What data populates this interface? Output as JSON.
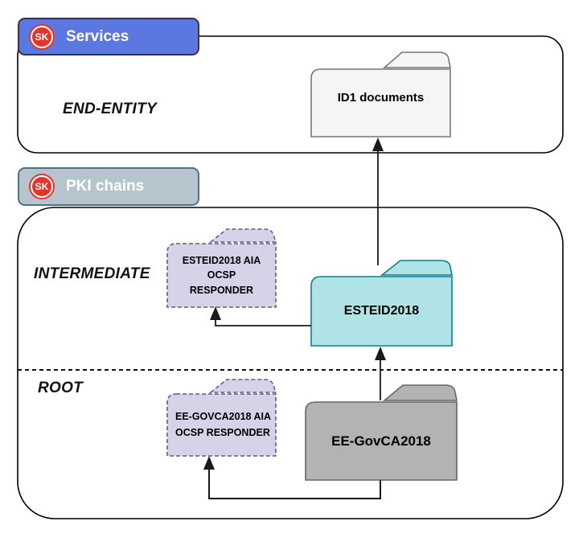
{
  "tags": {
    "sk_logo": "SK",
    "services": "Services",
    "pki_chains": "PKI chains"
  },
  "tiers": {
    "end_entity": "END-ENTITY",
    "intermediate": "INTERMEDIATE",
    "root": "ROOT"
  },
  "folders": {
    "id1_documents": {
      "label": "ID1 documents"
    },
    "esteid2018": {
      "label": "ESTEID2018"
    },
    "ee_govca2018": {
      "label": "EE-GovCA2018"
    },
    "esteid2018_aia_ocsp": {
      "line1": "ESTEID2018 AIA",
      "line2": "OCSP",
      "line3": "RESPONDER"
    },
    "ee_govca2018_aia_ocsp": {
      "line1": "EE-GOVCA2018 AIA",
      "line2": "OCSP RESPONDER"
    }
  },
  "colors": {
    "services_tag_fill": "#5b77e0",
    "services_tag_border": "#4a2d3c",
    "pki_tag_fill": "#b6c4cd",
    "pki_tag_border": "#52707f",
    "sk_red": "#e5342b",
    "teal_fill": "#b0e3e6",
    "teal_stroke": "#0e8088",
    "gray_fill": "#b3b3b3",
    "gray_stroke": "#666666",
    "light_fill": "#f5f5f5",
    "light_stroke": "#777777",
    "lavender_fill": "#d6d3e8",
    "lavender_stroke": "#5f5c8a",
    "line_color": "#1a1a1a"
  }
}
